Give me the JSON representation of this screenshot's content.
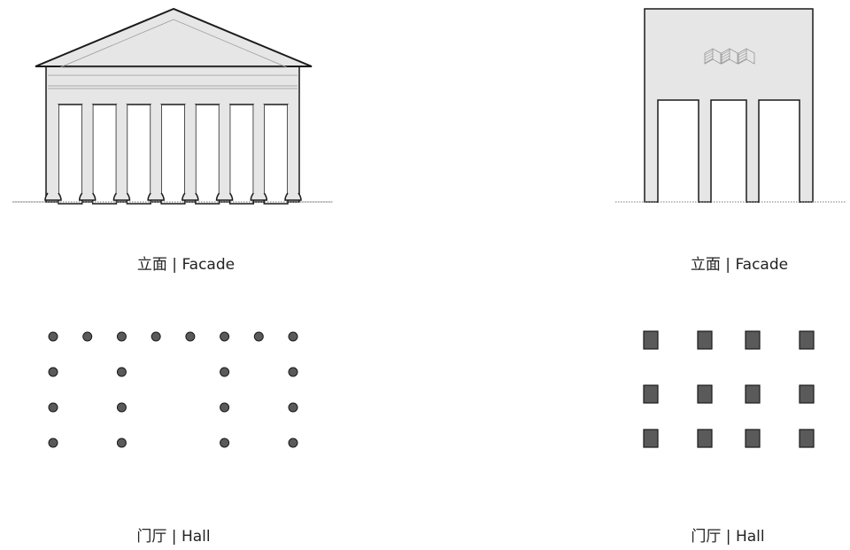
{
  "labels": {
    "classical_facade": "立面 | Facade",
    "modern_facade": "立面 | Facade",
    "classical_hall": "门厅 | Hall",
    "modern_hall": "门厅 | Hall"
  },
  "colors": {
    "fill": "#e6e6e6",
    "stroke": "#1a1a1a",
    "plan_fill": "#5a5a5a"
  },
  "classical": {
    "column_count": 8
  },
  "modern": {
    "opening_count": 3
  }
}
